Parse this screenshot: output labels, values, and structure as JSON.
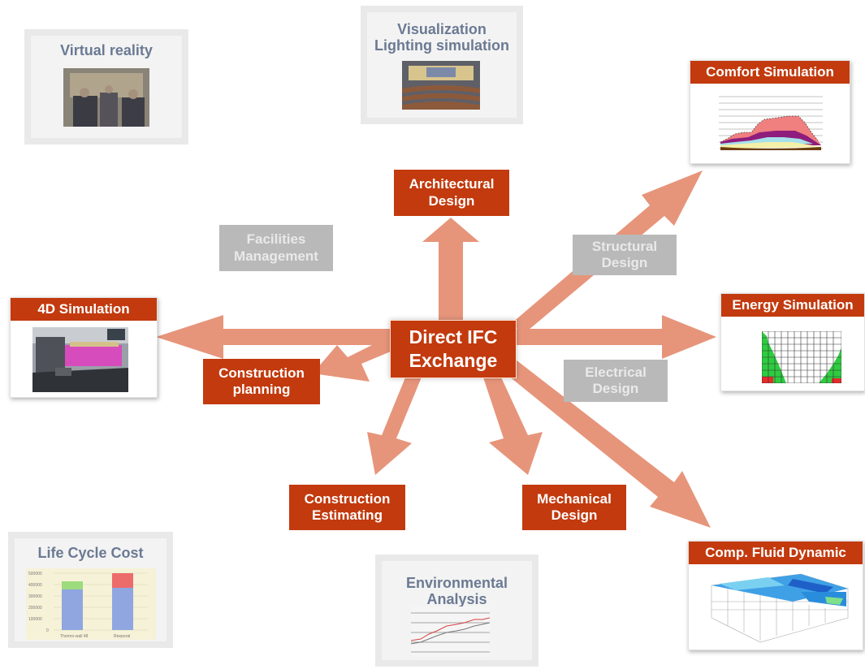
{
  "center": {
    "label": "Direct IFC\nExchange"
  },
  "nodes": {
    "architectural": "Architectural\nDesign",
    "facilities": "Facilities\nManagement",
    "structural": "Structural\nDesign",
    "electrical": "Electrical\nDesign",
    "construction_planning": "Construction\nplanning",
    "construction_estimating": "Construction\nEstimating",
    "mechanical": "Mechanical\nDesign"
  },
  "panels": {
    "virtual_reality": "Virtual reality",
    "visualization": "Visualization\nLighting simulation",
    "comfort": "Comfort Simulation",
    "simulation_4d": "4D Simulation",
    "energy": "Energy Simulation",
    "life_cycle": "Life Cycle Cost",
    "environmental": "Environmental\nAnalysis",
    "cfd": "Comp. Fluid Dynamic"
  },
  "life_cycle_chart": {
    "y_ticks": [
      "500000",
      "400000",
      "300000",
      "200000",
      "100000",
      "0"
    ],
    "categories": [
      "Thermo-wall 48",
      "Reeperal"
    ]
  },
  "colors": {
    "accent": "#c23a0e",
    "arrow": "#e6957b",
    "muted": "#b9b9b9"
  }
}
